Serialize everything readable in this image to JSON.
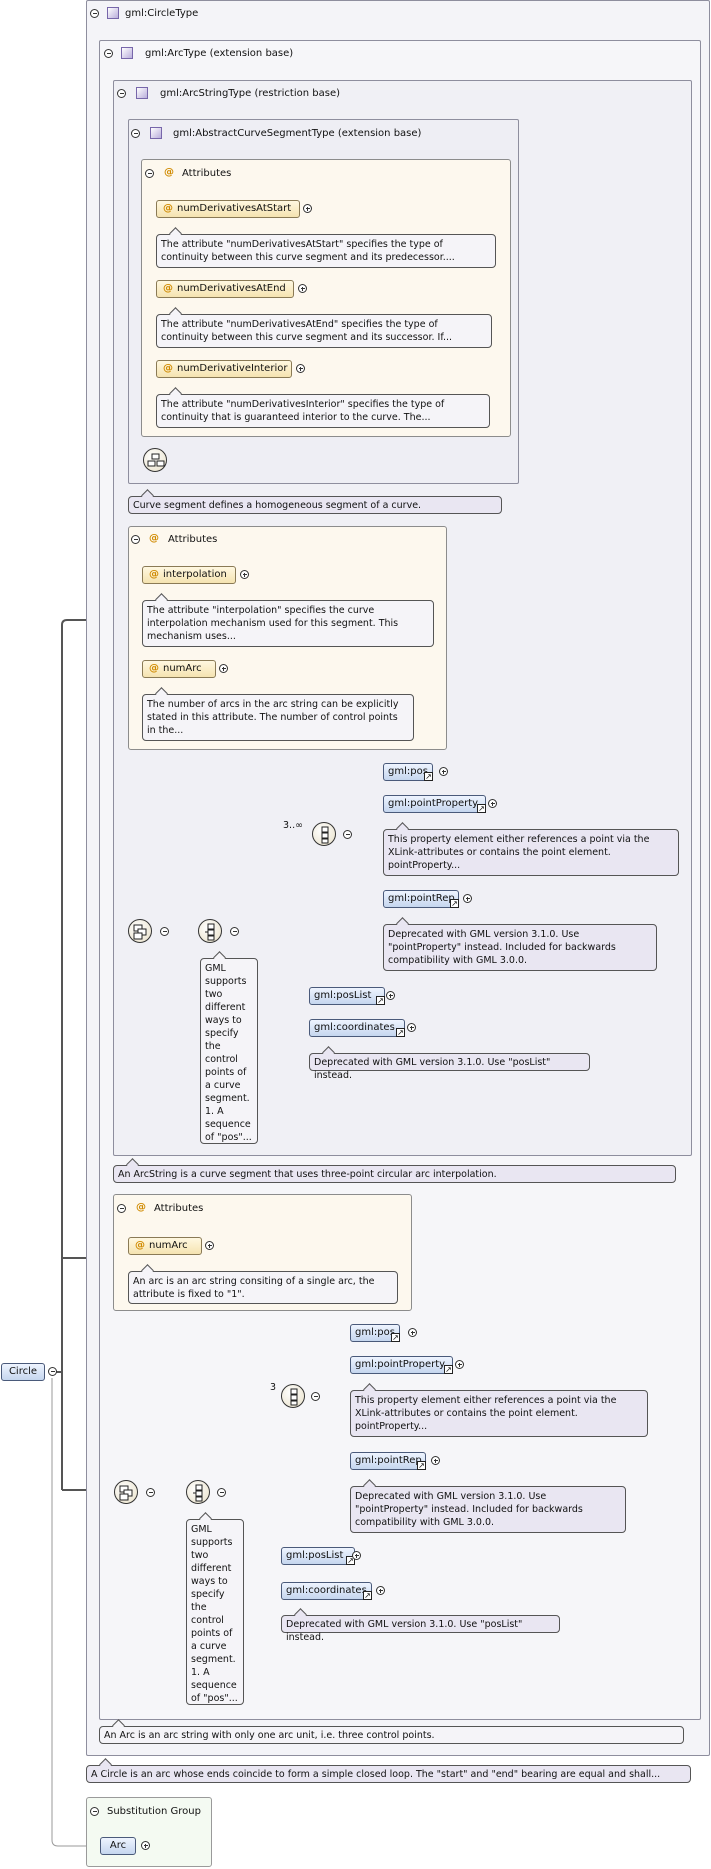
{
  "circle_type": {
    "title": "gml:CircleType"
  },
  "arc_type": {
    "title": "gml:ArcType (extension base)",
    "doc": "An Arc is an arc string with only one arc unit, i.e. three control points."
  },
  "arc_string_type": {
    "title": "gml:ArcStringType (restriction base)",
    "doc": "An ArcString is a curve segment that uses three-point circular arc interpolation."
  },
  "abstract_curve": {
    "title": "gml:AbstractCurveSegmentType (extension base)",
    "doc": "Curve segment defines a homogeneous segment of a curve.",
    "attributes_label": "Attributes",
    "attrs": [
      {
        "name": "numDerivativesAtStart",
        "doc": "The attribute \"numDerivativesAtStart\" specifies the type of continuity between this curve segment and its predecessor...."
      },
      {
        "name": "numDerivativesAtEnd",
        "doc": "The attribute \"numDerivativesAtEnd\" specifies the type of continuity between this curve segment and its successor. If..."
      },
      {
        "name": "numDerivativeInterior",
        "doc": "The attribute \"numDerivativesInterior\" specifies the type of continuity that is guaranteed interior to the curve. The..."
      }
    ]
  },
  "arc_string_attrs": {
    "label": "Attributes",
    "interpolation": {
      "name": "interpolation",
      "doc": "The attribute \"interpolation\" specifies the curve interpolation mechanism used for this segment. This mechanism uses..."
    },
    "num_arc": {
      "name": "numArc",
      "doc": "The number of arcs in the arc string can be explicitly stated in this attribute. The number of control points in the..."
    }
  },
  "seq1": {
    "multiplicity": "3..∞",
    "choice_doc": "GML supports two different ways to specify the control points of a curve segment. 1. A sequence of \"pos\"...",
    "pos": "gml:pos",
    "point_property": "gml:pointProperty",
    "point_property_doc": "This property element either references a point via the XLink-attributes or contains the point element. pointProperty...",
    "point_rep": "gml:pointRep",
    "point_rep_doc": "Deprecated with GML version 3.1.0. Use \"pointProperty\" instead. Included for backwards compatibility with GML 3.0.0.",
    "pos_list": "gml:posList",
    "coordinates": "gml:coordinates",
    "coordinates_doc": "Deprecated with GML version 3.1.0. Use \"posList\" instead."
  },
  "arc_attrs": {
    "label": "Attributes",
    "num_arc": {
      "name": "numArc",
      "doc": "An arc is an arc string consiting of a single arc, the attribute is fixed to \"1\"."
    }
  },
  "seq2": {
    "multiplicity": "3",
    "choice_doc": "GML supports two different ways to specify the control points of a curve segment. 1. A sequence of \"pos\"...",
    "pos": "gml:pos",
    "point_property": "gml:pointProperty",
    "point_property_doc": "This property element either references a point via the XLink-attributes or contains the point element. pointProperty...",
    "point_rep": "gml:pointRep",
    "point_rep_doc": "Deprecated with GML version 3.1.0. Use \"pointProperty\" instead. Included for backwards compatibility with GML 3.0.0.",
    "pos_list": "gml:posList",
    "coordinates": "gml:coordinates",
    "coordinates_doc": "Deprecated with GML version 3.1.0. Use \"posList\" instead."
  },
  "circle": {
    "name": "Circle",
    "doc": "A Circle is an arc whose ends coincide to form a simple closed loop. The \"start\" and \"end\" bearing are equal and shall..."
  },
  "substitution_group": {
    "label": "Substitution Group",
    "member": "Arc"
  }
}
